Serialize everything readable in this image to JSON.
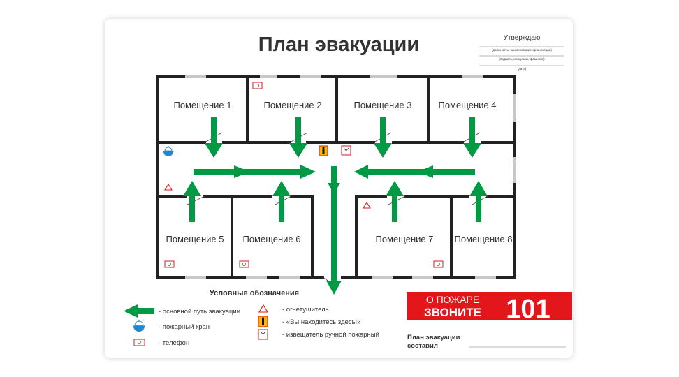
{
  "title": "План эвакуации",
  "approval": {
    "heading": "Утверждаю",
    "line1": "(должность, наименование организации)",
    "line2": "(подпись, инициалы, фамилия)",
    "line3": "(дата)"
  },
  "rooms": [
    "Помещение 1",
    "Помещение 2",
    "Помещение 3",
    "Помещение 4",
    "Помещение 5",
    "Помещение 6",
    "Помещение 7",
    "Помещение 8"
  ],
  "legend": {
    "title": "Условные обозначения",
    "items": [
      {
        "icon": "evacuation-arrow-icon",
        "label": "- основной путь эвакуации"
      },
      {
        "icon": "fire-hydrant-icon",
        "label": "- пожарный кран"
      },
      {
        "icon": "telephone-icon",
        "label": "- телефон"
      },
      {
        "icon": "fire-extinguisher-icon",
        "label": "- огнетушитель"
      },
      {
        "icon": "you-are-here-icon",
        "label": "- «Вы находитесь здесь!»"
      },
      {
        "icon": "manual-fire-alarm-icon",
        "label": "- извещатель ручной пожарный"
      }
    ]
  },
  "banner": {
    "line1": "О ПОЖАРЕ",
    "line2": "ЗВОНИТЕ",
    "number": "101"
  },
  "author": {
    "line1": "План эвакуации",
    "line2": "составил"
  },
  "colors": {
    "arrow": "#009944",
    "wall": "#222222",
    "window": "#c8c8c8",
    "banner": "#e3161b",
    "sign_red": "#e3161b",
    "here_bg": "#f5b800",
    "hydrant": "#1e88d0"
  }
}
